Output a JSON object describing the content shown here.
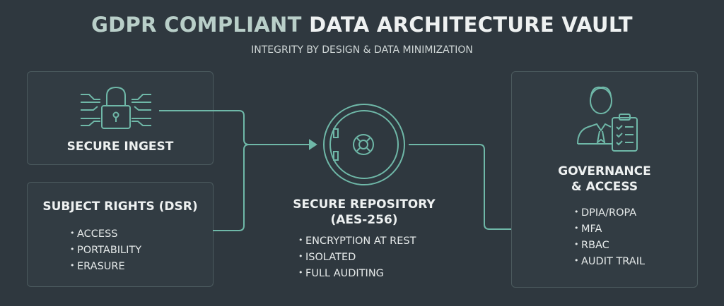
{
  "header": {
    "title_part1": "GDPR COMPLIANT",
    "title_part2": "DATA ARCHITECTURE VAULT",
    "subtitle": "INTEGRITY BY DESIGN & DATA MINIMIZATION"
  },
  "ingest": {
    "label": "SECURE INGEST",
    "icon": "padlock-circuit-icon"
  },
  "dsr": {
    "label": "SUBJECT RIGHTS (DSR)",
    "items": [
      "ACCESS",
      "PORTABILITY",
      "ERASURE"
    ]
  },
  "repository": {
    "label_line1": "SECURE REPOSITORY",
    "label_line2": "(AES-256)",
    "icon": "vault-icon",
    "items": [
      "ENCRYPTION AT REST",
      "ISOLATED",
      "FULL AUDITING"
    ]
  },
  "governance": {
    "label_line1": "GOVERNANCE",
    "label_line2": "& ACCESS",
    "icon": "officer-clipboard-icon",
    "items": [
      "DPIA/ROPA",
      "MFA",
      "RBAC",
      "AUDIT TRAIL"
    ]
  },
  "colors": {
    "accent": "#6fb8a8",
    "background": "#2f383f"
  }
}
